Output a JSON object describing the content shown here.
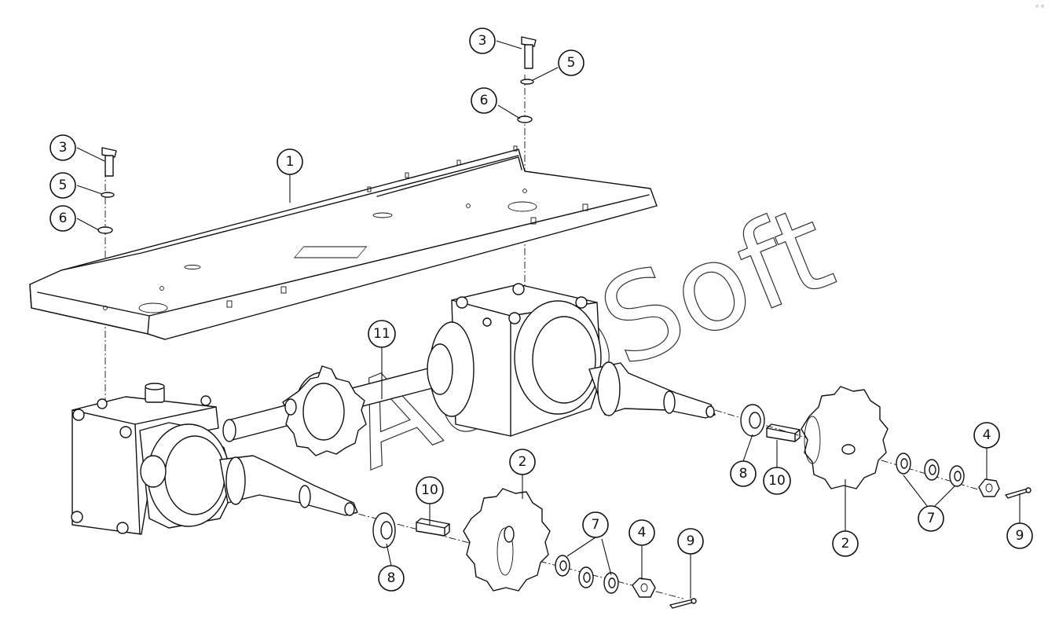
{
  "diagram": {
    "watermark": "AutoSoft",
    "corner_mark": "© ®",
    "callouts": [
      {
        "id": "c1",
        "label": "1"
      },
      {
        "id": "c2a",
        "label": "2"
      },
      {
        "id": "c2b",
        "label": "2"
      },
      {
        "id": "c3a",
        "label": "3"
      },
      {
        "id": "c3b",
        "label": "3"
      },
      {
        "id": "c4a",
        "label": "4"
      },
      {
        "id": "c4b",
        "label": "4"
      },
      {
        "id": "c5a",
        "label": "5"
      },
      {
        "id": "c5b",
        "label": "5"
      },
      {
        "id": "c6a",
        "label": "6"
      },
      {
        "id": "c6b",
        "label": "6"
      },
      {
        "id": "c7a",
        "label": "7"
      },
      {
        "id": "c7b",
        "label": "7"
      },
      {
        "id": "c8a",
        "label": "8"
      },
      {
        "id": "c8b",
        "label": "8"
      },
      {
        "id": "c9a",
        "label": "9"
      },
      {
        "id": "c9b",
        "label": "9"
      },
      {
        "id": "c10a",
        "label": "10"
      },
      {
        "id": "c10b",
        "label": "10"
      },
      {
        "id": "c11",
        "label": "11"
      }
    ]
  }
}
